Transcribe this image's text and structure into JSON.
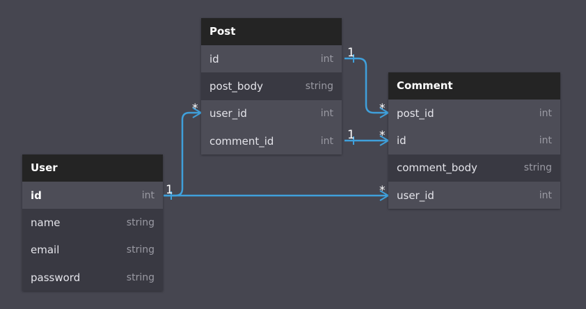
{
  "tables": {
    "post": {
      "name": "Post",
      "fields": [
        {
          "name": "id",
          "type": "int"
        },
        {
          "name": "post_body",
          "type": "string"
        },
        {
          "name": "user_id",
          "type": "int"
        },
        {
          "name": "comment_id",
          "type": "int"
        }
      ]
    },
    "comment": {
      "name": "Comment",
      "fields": [
        {
          "name": "post_id",
          "type": "int"
        },
        {
          "name": "id",
          "type": "int"
        },
        {
          "name": "comment_body",
          "type": "string"
        },
        {
          "name": "user_id",
          "type": "int"
        }
      ]
    },
    "user": {
      "name": "User",
      "fields": [
        {
          "name": "id",
          "type": "int"
        },
        {
          "name": "name",
          "type": "string"
        },
        {
          "name": "email",
          "type": "string"
        },
        {
          "name": "password",
          "type": "string"
        }
      ]
    }
  },
  "relations": [
    {
      "from": "Post.id",
      "to": "Comment.post_id",
      "from_card": "1",
      "to_card": "*"
    },
    {
      "from": "Post.comment_id",
      "to": "Comment.id",
      "from_card": "1",
      "to_card": "*"
    },
    {
      "from": "User.id",
      "to": "Post.user_id",
      "from_card": "1",
      "to_card": "*"
    },
    {
      "from": "User.id",
      "to": "Comment.user_id",
      "from_card": "1",
      "to_card": "*"
    }
  ],
  "colors": {
    "background": "#464650",
    "header": "#242424",
    "row_light": "#4d4d57",
    "row_dark": "#393942",
    "link": "#3fa0db"
  }
}
